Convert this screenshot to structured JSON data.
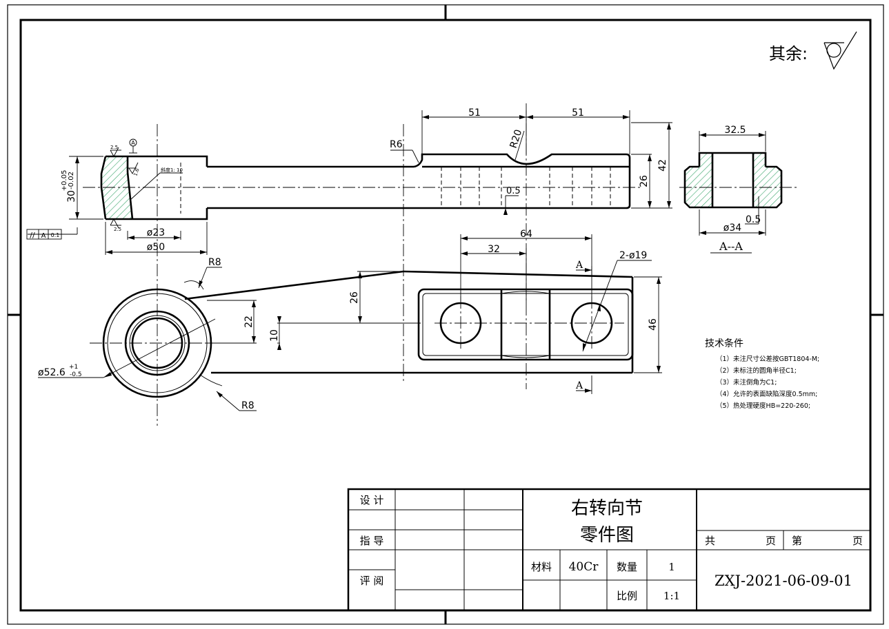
{
  "roughness": {
    "label": "其余:"
  },
  "dims": {
    "d51_left": "51",
    "d51_right": "51",
    "r20": "R20",
    "r6": "R6",
    "d42": "42",
    "d26_side": "26",
    "d05_side": "0.5",
    "d30": "30",
    "d30_tol_upper": "+0.05",
    "d30_tol_lower": "-0.02",
    "d23": "ø23",
    "d50": "ø50",
    "slope": "斜度1: 10",
    "rough_25_top": "2.5",
    "rough_25_bottom": "2.5",
    "rough_16": "1.6",
    "datum_a": "A",
    "tol_sym": "//",
    "tol_ref": "A",
    "tol_val": "0.1",
    "d325": "32.5",
    "d34": "ø34",
    "d05_sec": "0.5",
    "section_title": "A--A",
    "d64": "64",
    "d32": "32",
    "holes": "2-ø19",
    "a_top": "A",
    "a_bot": "A",
    "d26_plan": "26",
    "d22": "22",
    "d10": "10",
    "d46": "46",
    "r8_top": "R8",
    "r8_bot": "R8",
    "d526": "ø52.6",
    "d526_tol_upper": "+1",
    "d526_tol_lower": "-0.5"
  },
  "notes": {
    "title": "技术条件",
    "items": [
      "（1）未注尺寸公差按GBT1804-M;",
      "（2）未标注的圆角半径C1;",
      "（3）未注倒角为C1;",
      "（4）允许的表面缺陷深度0.5mm;",
      "（5）热处理硬度HB=220-260;"
    ]
  },
  "title_block": {
    "design": "设 计",
    "guide": "指 导",
    "review": "评 阅",
    "part_name": "右转向节",
    "drawing_type": "零件图",
    "material_label": "材料",
    "material": "40Cr",
    "qty_label": "数量",
    "qty": "1",
    "scale_label": "比例",
    "scale": "1:1",
    "total_label": "共",
    "page_label": "页",
    "sheet_label": "第",
    "sheet_page_label": "页",
    "drawing_no": "ZXJ-2021-06-09-01"
  }
}
